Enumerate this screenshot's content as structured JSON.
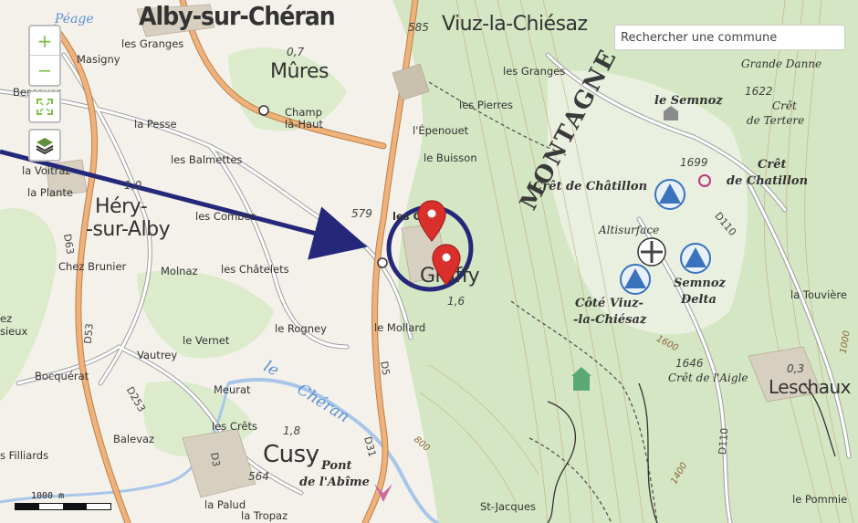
{
  "controls": {
    "zoom_in": "+",
    "zoom_out": "−",
    "fullscreen_icon": "fullscreen-icon",
    "layers_icon": "layers-icon"
  },
  "search": {
    "placeholder": "Rechercher une commune"
  },
  "scale": {
    "label": "1000 m"
  },
  "labels": {
    "alby": "Alby-sur-Chéran",
    "viuz": "Viuz-la-Chiésaz",
    "hery1": "Héry-",
    "hery2": "-sur-Alby",
    "mures": "Mûres",
    "cusy": "Cusy",
    "gruffy": "Gruffy",
    "leschaux": "Leschaux",
    "les_granges_nw": "les Granges",
    "masigny": "Masigny",
    "bessayer": "Bessayer",
    "la_pesse": "la Pesse",
    "champ_la_haut": "Champ",
    "champ_la_haut2": "là-Haut",
    "les_balmettes": "les Balmettes",
    "la_voitraz": "la Voitraz",
    "la_plante": "la Plante",
    "les_combes": "les Combes",
    "chez_brunier": "Chez Brunier",
    "molnaz": "Molnaz",
    "les_chatelets": "les Châtelets",
    "le_rogney": "le Rogney",
    "le_mollard": "le Mollard",
    "le_vernet": "le Vernet",
    "vautrey": "Vautrey",
    "bocquerat": "Bocquérat",
    "meurat": "Meurat",
    "les_crets": "les Crêts",
    "balevaz": "Balevaz",
    "les_filliards": "s Filliards",
    "pont": "Pont",
    "abime": "de l'Abîme",
    "la_palud": "la Palud",
    "la_tropaz": "la Tropaz",
    "les_granges_ne": "les Granges",
    "les_pierres": "les Pierres",
    "epenouet": "l'Épenouet",
    "le_buisson": "le Buisson",
    "le_semnoz": "le Semnoz",
    "grande_danne": "Grande Danne",
    "cret_tertre1": "Crêt",
    "cret_tertre2": "de Tertere",
    "cret_chatillon_w": "Crêt de Châtillon",
    "cret_chatillon_e1": "Crêt",
    "cret_chatillon_e2": "de Chatillon",
    "altisurface": "Altisurface",
    "semnoz_delta1": "Semnoz",
    "semnoz_delta2": "Delta",
    "cote_viuz1": "Côté Viuz-",
    "cote_viuz2": "-la-Chiésaz",
    "cret_aigle": "Crêt de l'Aigle",
    "la_touviere": "la Touvière",
    "st_jacques": "St-Jacques",
    "le_pommier": "le Pommie",
    "peage": "Péage",
    "le_cheran1": "le",
    "le_cheran2": "Chéran",
    "montagne": "MONTAGNE",
    "les_gaux": "les Gaux",
    "alt_585": "585",
    "alt_579": "579",
    "alt_564": "564",
    "alt_1622": "1622",
    "alt_1699": "1699",
    "alt_1646": "1646",
    "alt_1600": "1600",
    "alt_1400": "1400",
    "alt_800": "800",
    "alt_1000": "1000",
    "dist_07": "0,7",
    "dist_10": "1,0",
    "dist_16": "1,6",
    "dist_18": "1,8",
    "dist_03": "0,3",
    "road_d5": "D5",
    "road_d31": "D31",
    "road_d53": "D53",
    "road_d3": "D3",
    "road_d253": "D253",
    "road_d110a": "D110",
    "road_d110b": "D110",
    "road_d63": "D63",
    "sieux": "sieux",
    "rez": "ez"
  },
  "markers": [
    {
      "name": "marker-1"
    },
    {
      "name": "marker-2"
    }
  ],
  "colors": {
    "forest": "#d4e6c3",
    "plain": "#f4f1ea",
    "road_main": "#e8a86b",
    "road_secondary": "#ffffff",
    "marker": "#d9302b",
    "circle": "#25287a",
    "arrow": "#25287a",
    "river": "#a8c6ea"
  }
}
